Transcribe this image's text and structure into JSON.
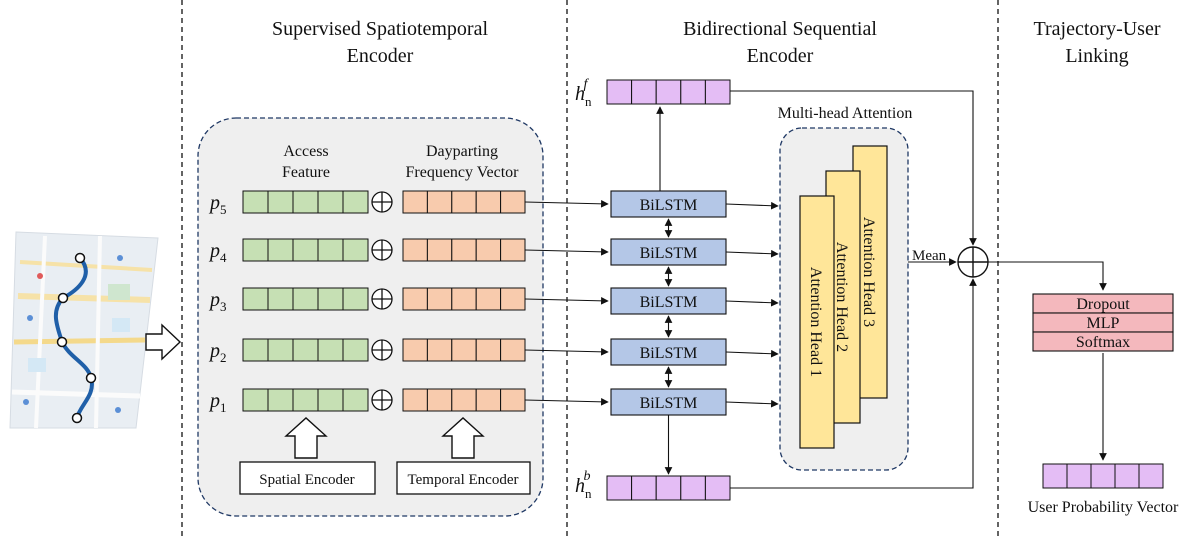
{
  "headings": {
    "encoder_1": "Supervised Spatiotemporal",
    "encoder_2": "Encoder",
    "seq_1": "Bidirectional Sequential",
    "seq_2": "Encoder",
    "tul_1": "Trajectory-User",
    "tul_2": "Linking"
  },
  "features": {
    "access_1": "Access",
    "access_2": "Feature",
    "daypart_1": "Dayparting",
    "daypart_2": "Frequency Vector",
    "spatial_encoder": "Spatial Encoder",
    "temporal_encoder": "Temporal Encoder"
  },
  "points": [
    {
      "base": "p",
      "sub": "5"
    },
    {
      "base": "p",
      "sub": "4"
    },
    {
      "base": "p",
      "sub": "3"
    },
    {
      "base": "p",
      "sub": "2"
    },
    {
      "base": "p",
      "sub": "1"
    }
  ],
  "bilstm_label": "BiLSTM",
  "hidden_forward": {
    "base": "h",
    "sub": "n",
    "sup": "f"
  },
  "hidden_backward": {
    "base": "h",
    "sub": "n",
    "sup": "b"
  },
  "attention": {
    "title": "Multi-head Attention",
    "heads": [
      "Attention Head 1",
      "Attention Head 2",
      "Attention Head 3"
    ],
    "mean_label": "Mean"
  },
  "classifier": {
    "layers": [
      "Dropout",
      "MLP",
      "Softmax"
    ],
    "output_label": "User Probability Vector"
  },
  "colors": {
    "access": "#c6e0b4",
    "daypart": "#f8cbad",
    "bilstm": "#b4c7e7",
    "hidden": "#e4bdf5",
    "attention": "#ffe699",
    "classifier": "#f4b8bd",
    "panel": "#efefef",
    "panel_border": "#1f3864"
  },
  "icons": {
    "plus": "circled-plus",
    "arrow": "hollow-right-arrow",
    "map": "trajectory-map"
  }
}
